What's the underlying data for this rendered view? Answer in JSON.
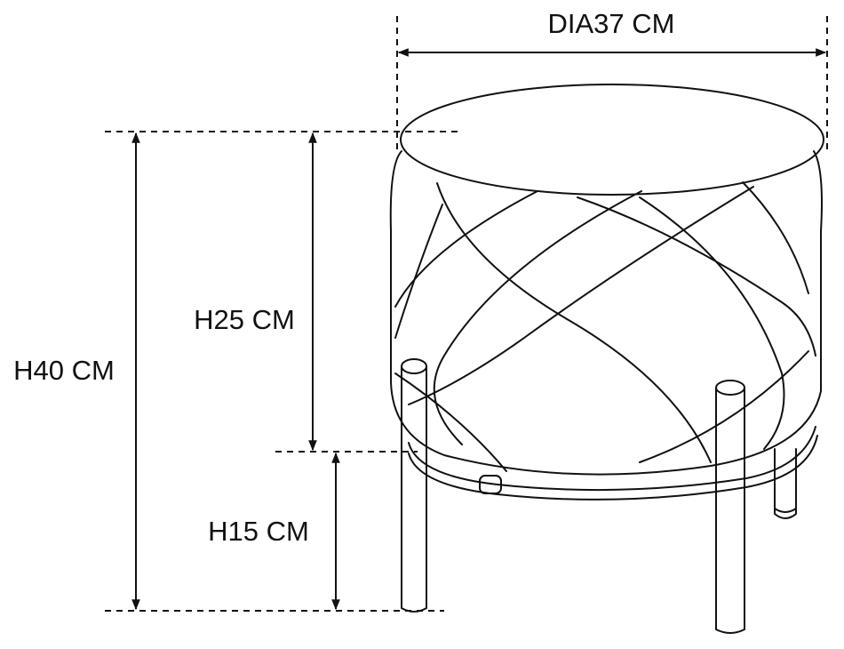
{
  "dimensions": {
    "diameter_label": "DIA37 CM",
    "total_height_label": "H40 CM",
    "seat_height_label": "H25 CM",
    "leg_height_label": "H15 CM"
  },
  "colors": {
    "line": "#111111",
    "background": "#ffffff"
  }
}
